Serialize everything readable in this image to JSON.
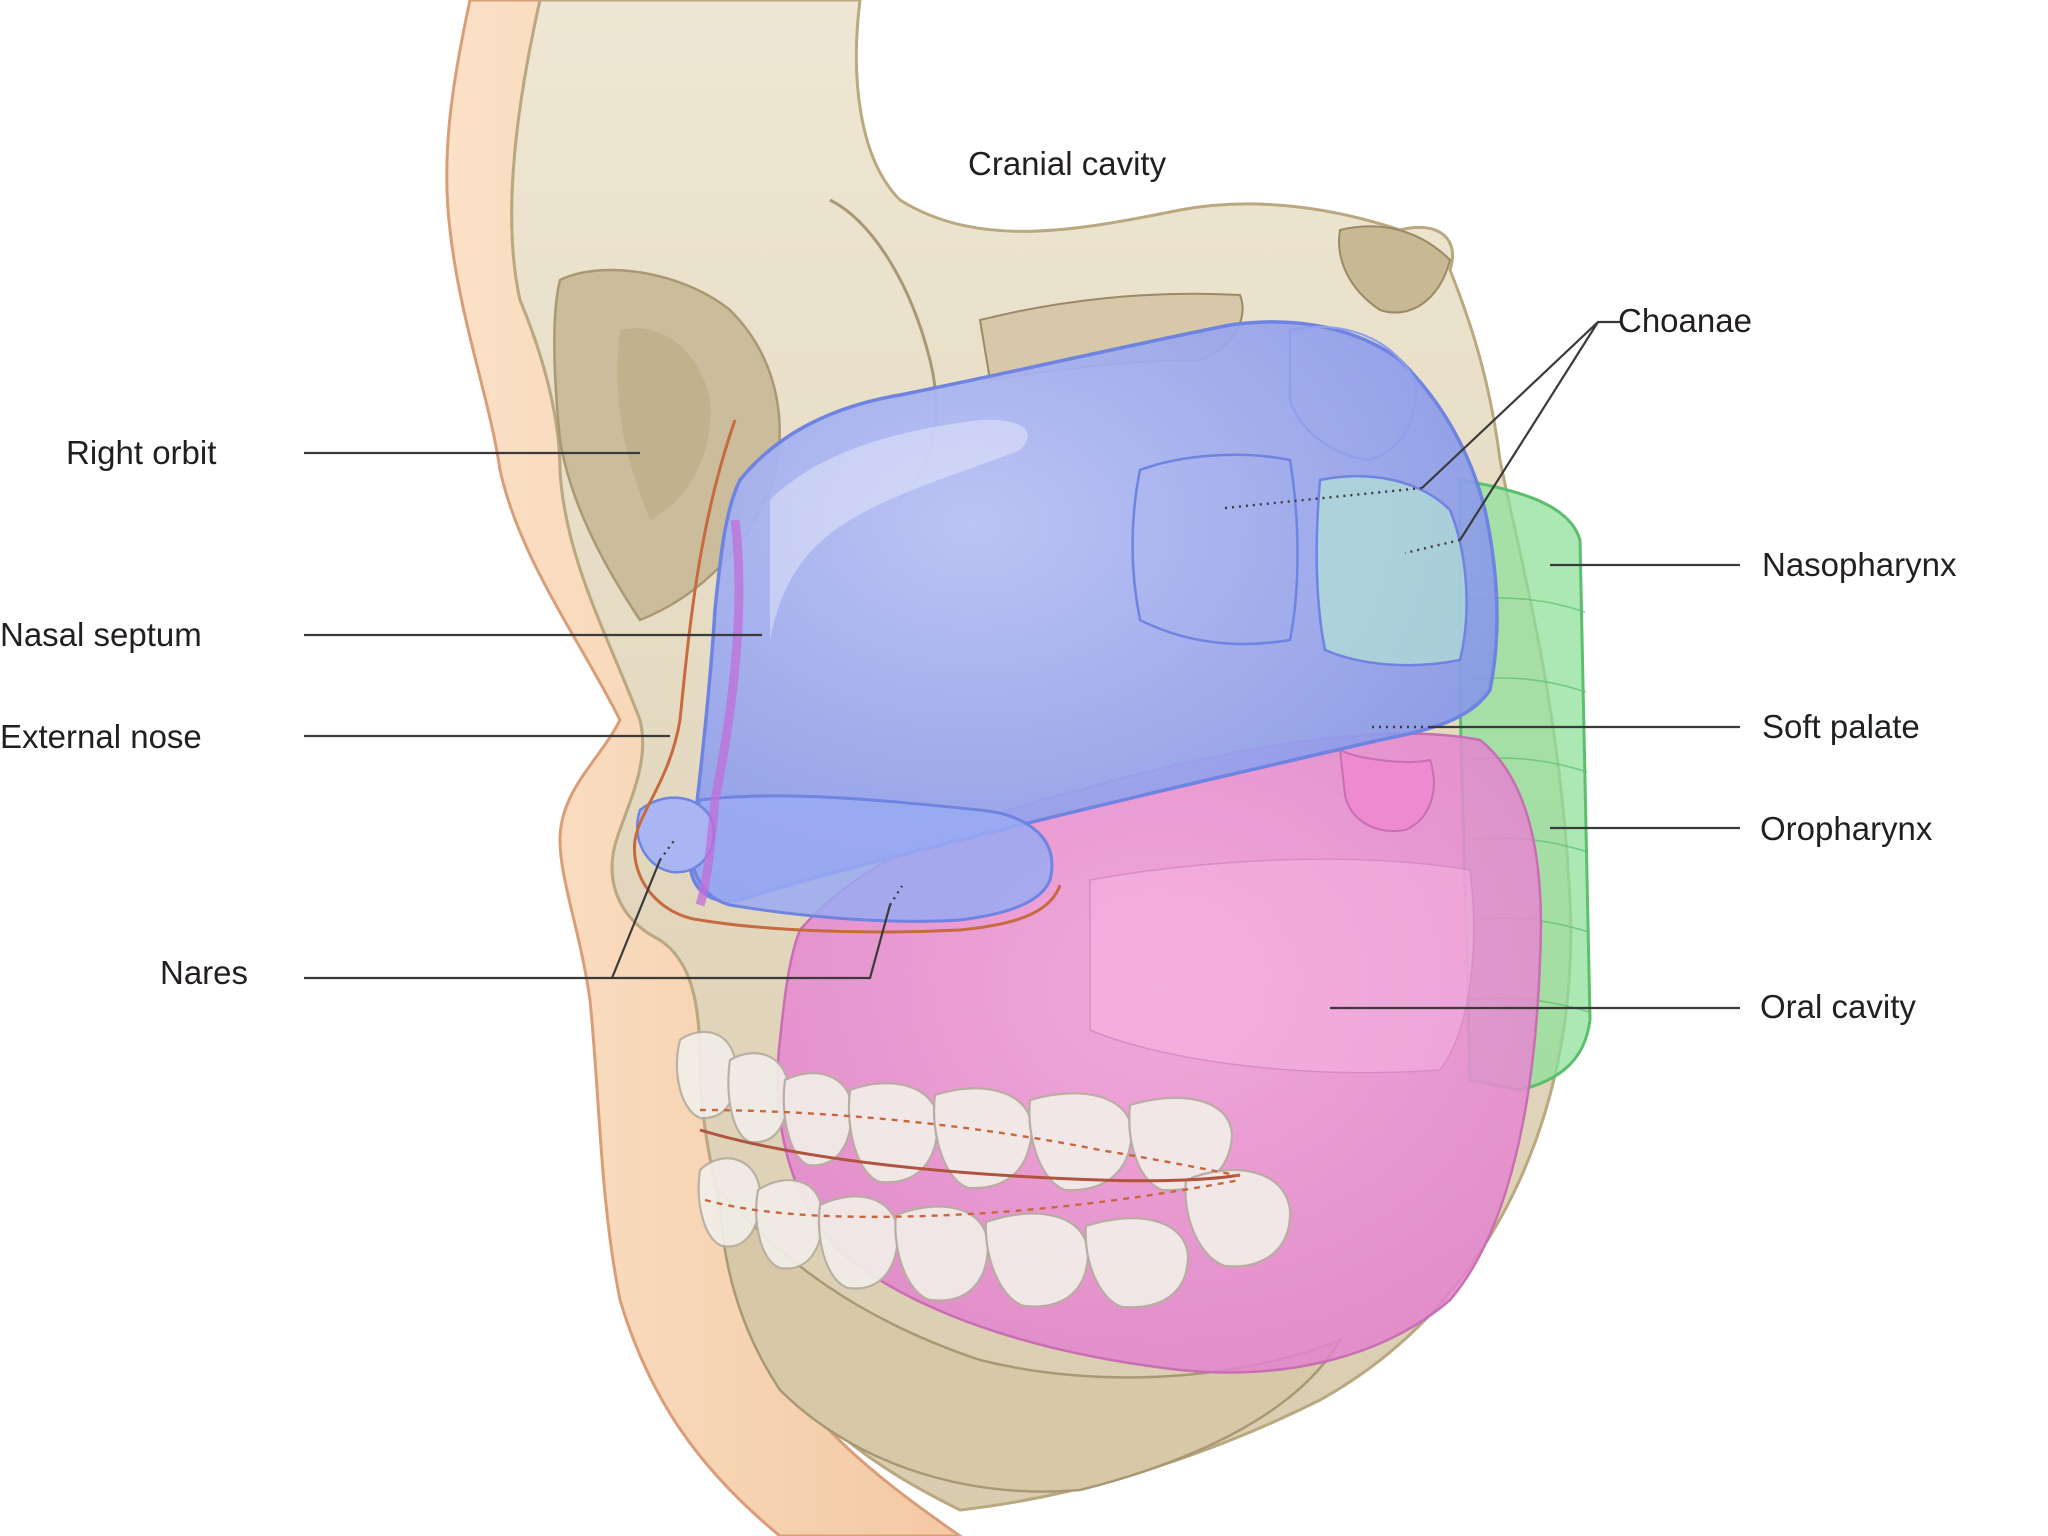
{
  "labels": {
    "cranial_cavity": "Cranial cavity",
    "choanae": "Choanae",
    "right_orbit": "Right orbit",
    "nasopharynx": "Nasopharynx",
    "nasal_septum": "Nasal septum",
    "external_nose": "External nose",
    "soft_palate": "Soft palate",
    "oropharynx": "Oropharynx",
    "nares": "Nares",
    "oral_cavity": "Oral cavity"
  },
  "colors": {
    "nasal_cavity": "#8e9ff0",
    "nasopharynx": "#96e6a0",
    "oral_cavity": "#f08fd8",
    "bone": "#e9dfc9",
    "skin": "#f6d2b0"
  }
}
